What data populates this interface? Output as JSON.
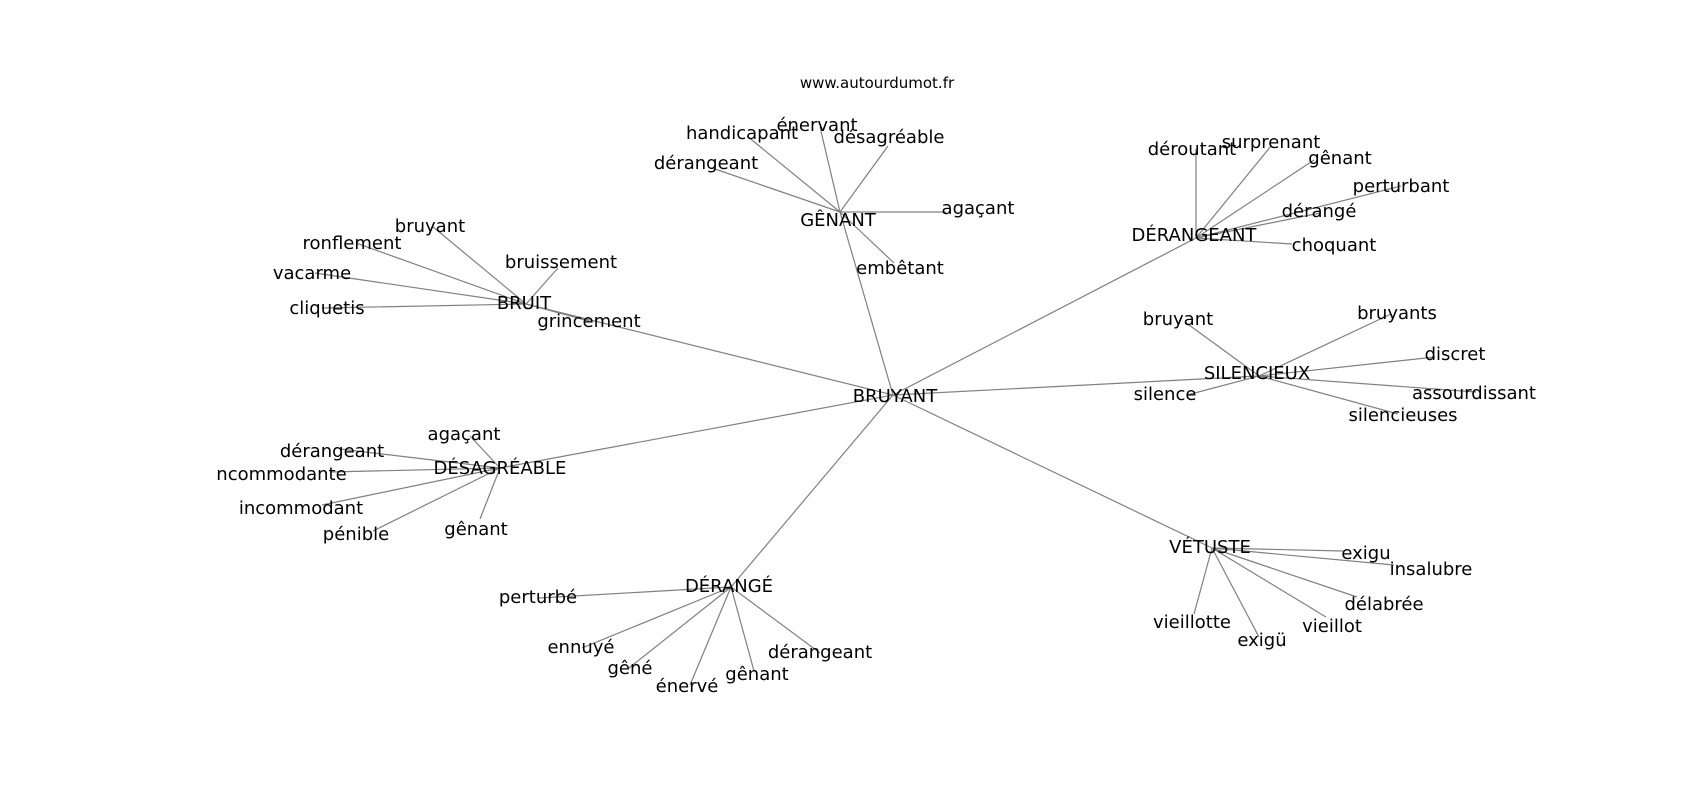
{
  "source": "www.autourdumot.fr",
  "center": {
    "label": "BRUYANT"
  },
  "hubs": [
    {
      "id": "genant",
      "label": "GÊNANT",
      "leaves": [
        "handicapant",
        "énervant",
        "désagréable",
        "dérangeant",
        "agaçant",
        "embêtant"
      ]
    },
    {
      "id": "derangeant",
      "label": "DÉRANGEANT",
      "leaves": [
        "déroutant",
        "surprenant",
        "gênant",
        "perturbant",
        "dérangé",
        "choquant"
      ]
    },
    {
      "id": "bruit",
      "label": "BRUIT",
      "leaves": [
        "bruyant",
        "ronflement",
        "bruissement",
        "vacarme",
        "cliquetis",
        "grincement"
      ]
    },
    {
      "id": "silencieux",
      "label": "SILENCIEUX",
      "leaves": [
        "bruyant",
        "bruyants",
        "discret",
        "silence",
        "assourdissant",
        "silencieuses"
      ]
    },
    {
      "id": "desagreable",
      "label": "DÉSAGRÉABLE",
      "leaves": [
        "agaçant",
        "dérangeant",
        "incommodante",
        "incommodant",
        "pénible",
        "gênant"
      ]
    },
    {
      "id": "vetuste",
      "label": "VÉTUSTE",
      "leaves": [
        "exigu",
        "insalubre",
        "délabrée",
        "vieillotte",
        "exigü",
        "vieillot"
      ]
    },
    {
      "id": "derange",
      "label": "DÉRANGÉ",
      "leaves": [
        "perturbé",
        "ennuyé",
        "gêné",
        "énervé",
        "gênant",
        "dérangeant"
      ]
    }
  ]
}
